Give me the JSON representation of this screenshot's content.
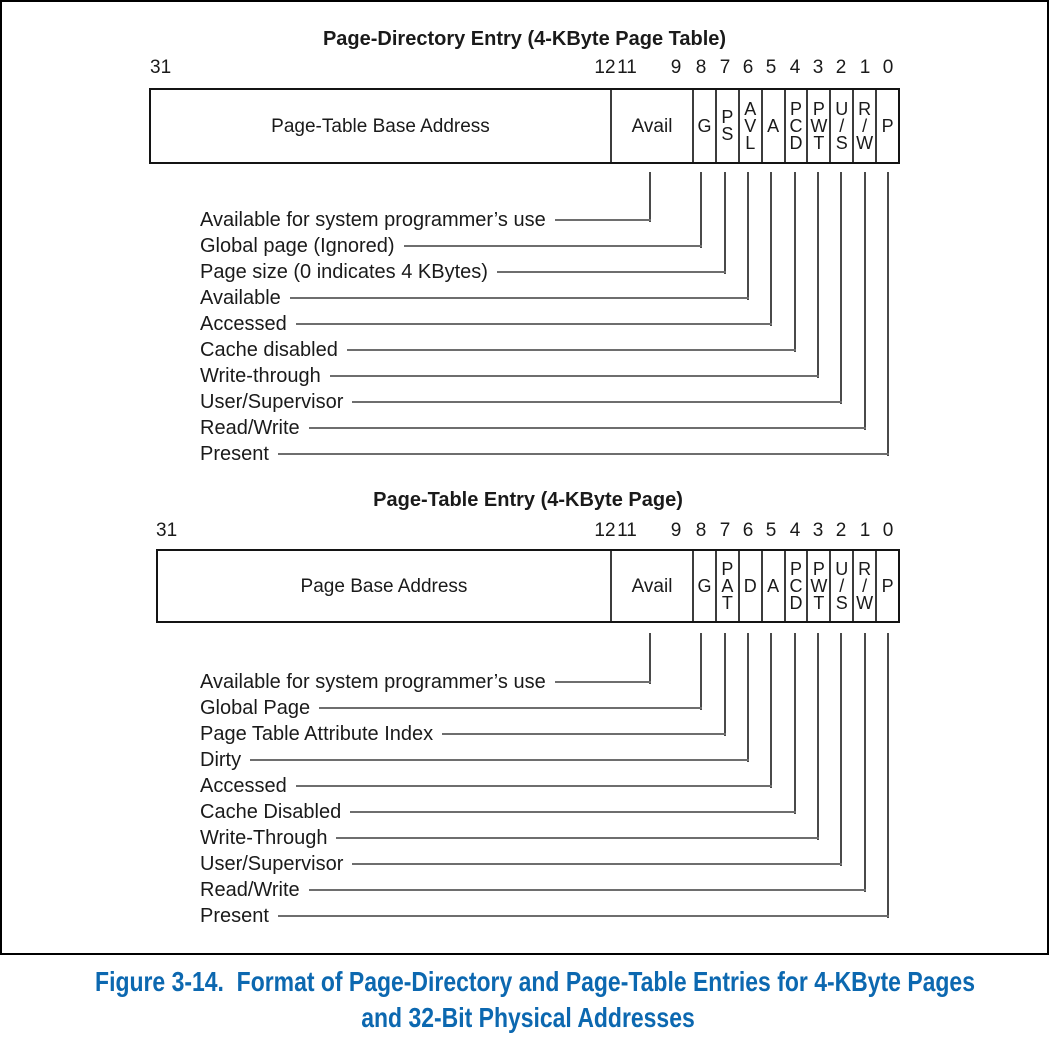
{
  "figure": {
    "caption_line1": "Figure 3-14.  Format of Page-Directory and Page-Table Entries for 4-KByte Pages",
    "caption_line2": "and 32-Bit Physical Addresses",
    "caption_color": "#0c68b0",
    "line_color": "#6e6e6e"
  },
  "bits": {
    "b31": "31",
    "b12": "12",
    "b11": "11",
    "b9": "9",
    "b8": "8",
    "b7": "7",
    "b6": "6",
    "b5": "5",
    "b4": "4",
    "b3": "3",
    "b2": "2",
    "b1": "1",
    "b0": "0"
  },
  "pde": {
    "title": "Page-Directory Entry (4-KByte Page Table)",
    "base_field": "Page-Table Base Address",
    "avail_field": "Avail",
    "cells": [
      "G",
      "P\nS",
      "A\nV\nL",
      "A",
      "P\nC\nD",
      "P\nW\nT",
      "U\n/\nS",
      "R\n/\nW",
      "P"
    ],
    "labels": [
      "Available for system programmer’s use",
      "Global page (Ignored)",
      "Page size (0 indicates 4 KBytes)",
      "Available",
      "Accessed",
      "Cache disabled",
      "Write-through",
      "User/Supervisor",
      "Read/Write",
      "Present"
    ]
  },
  "pte": {
    "title": "Page-Table Entry (4-KByte Page)",
    "base_field": "Page Base Address",
    "avail_field": "Avail",
    "cells": [
      "G",
      "P\nA\nT",
      "D",
      "A",
      "P\nC\nD",
      "P\nW\nT",
      "U\n/\nS",
      "R\n/\nW",
      "P"
    ],
    "labels": [
      "Available for system programmer’s use",
      "Global Page",
      "Page Table Attribute Index",
      "Dirty",
      "Accessed",
      "Cache Disabled",
      "Write-Through",
      "User/Supervisor",
      "Read/Write",
      "Present"
    ]
  }
}
